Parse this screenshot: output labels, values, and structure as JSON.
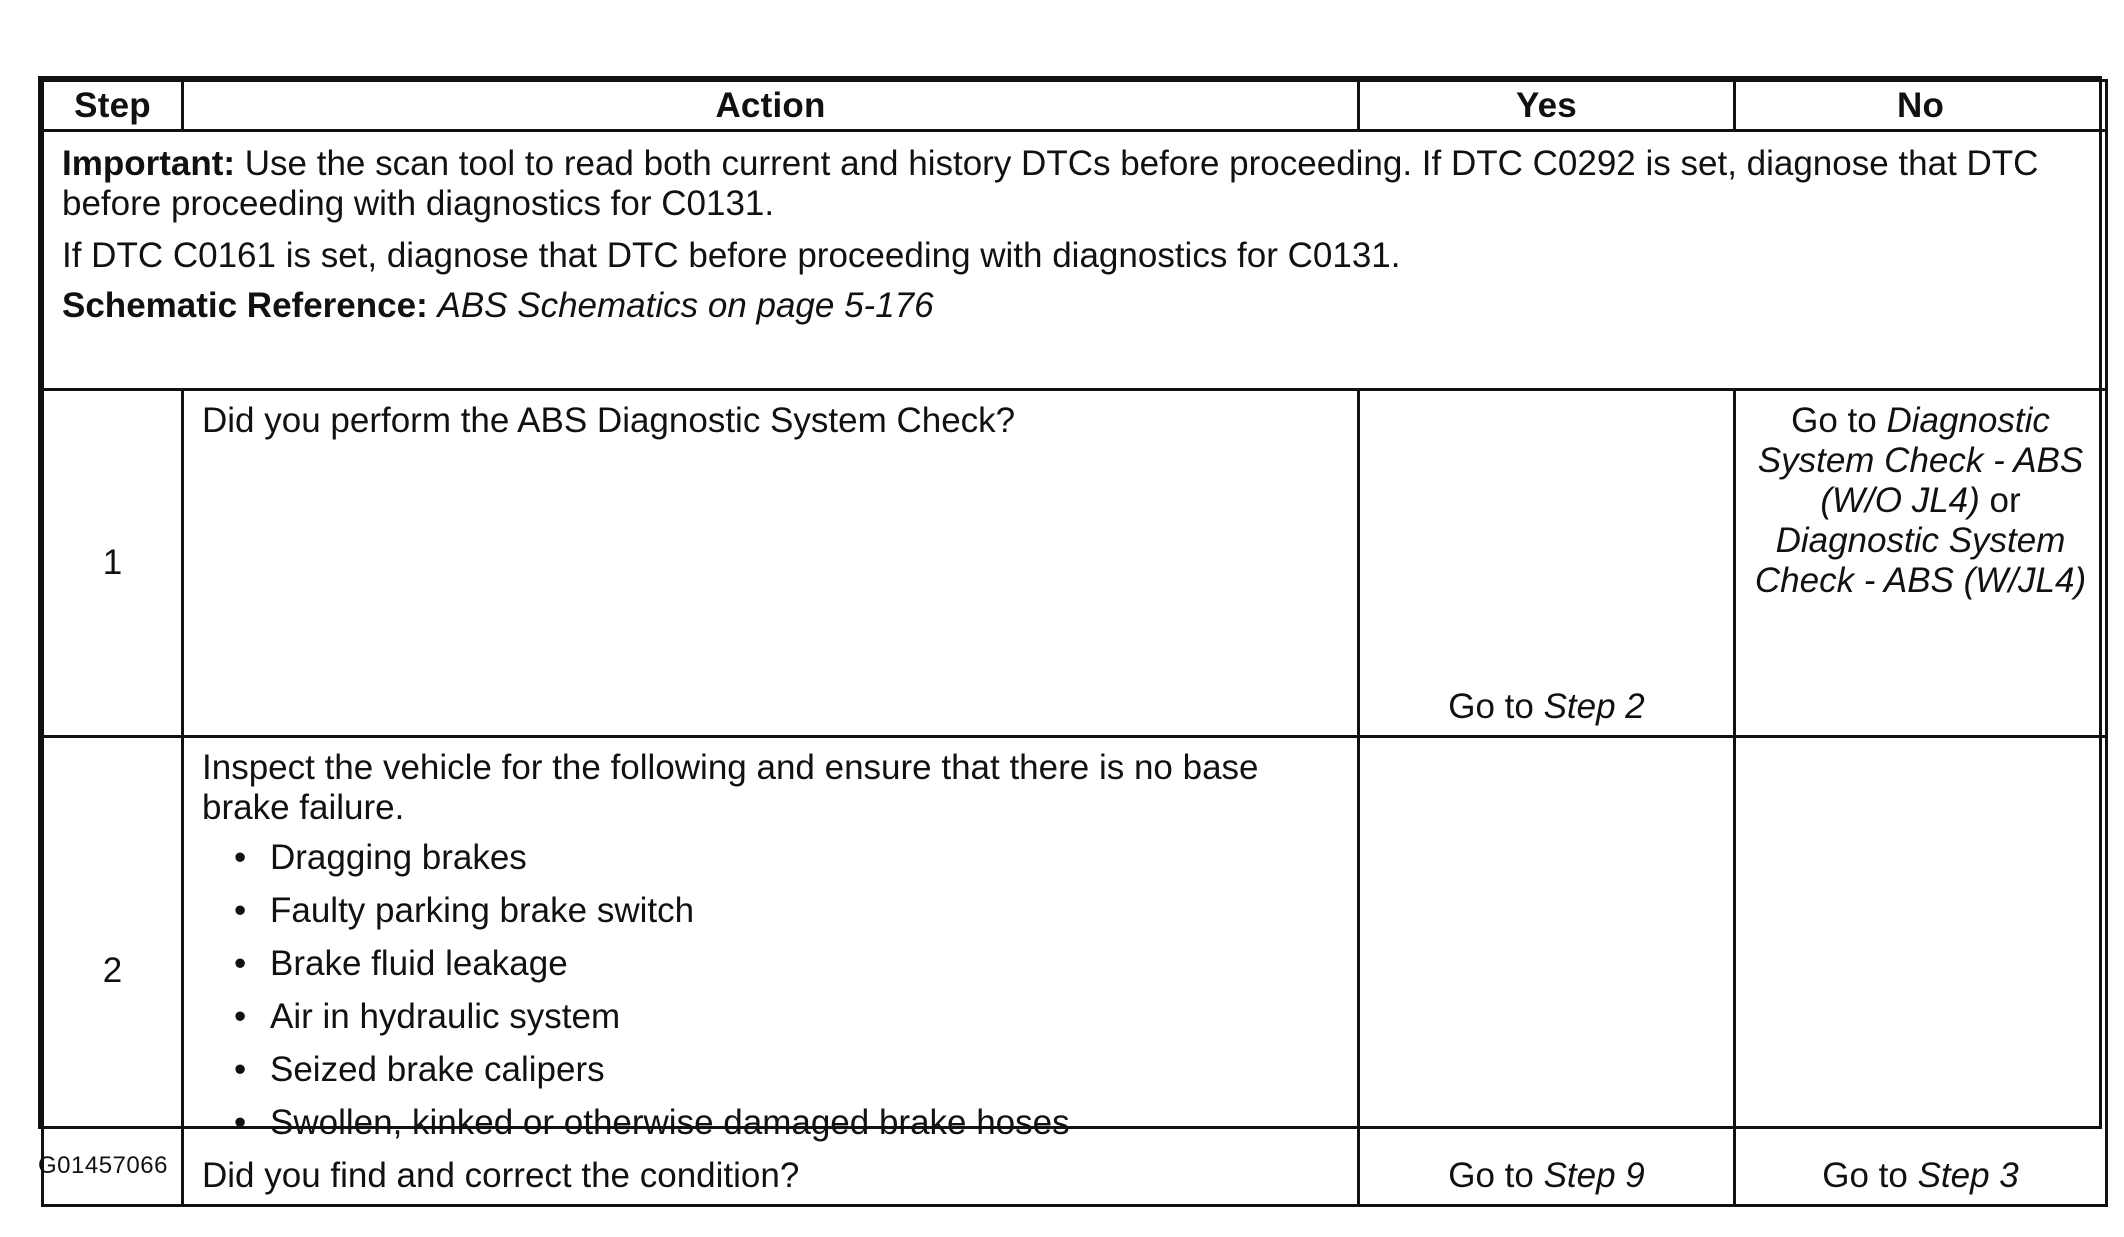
{
  "table": {
    "headers": {
      "step": "Step",
      "action": "Action",
      "yes": "Yes",
      "no": "No"
    },
    "note": {
      "important_label": "Important:",
      "important_text": "Use the scan tool to read both current and history DTCs before proceeding. If DTC C0292 is set, diagnose that DTC before proceeding with diagnostics for C0131.",
      "second_text": "If DTC C0161 is set, diagnose that DTC before proceeding with diagnostics for C0131.",
      "schematic_label": "Schematic Reference:",
      "schematic_text": "ABS Schematics on page 5-176"
    },
    "rows": [
      {
        "step": "1",
        "action": "Did you perform the ABS Diagnostic System Check?",
        "yes_prefix": "Go to ",
        "yes_ref": "Step 2",
        "no_prefix": "Go to ",
        "no_ref1": "Diagnostic System Check - ABS (W/O JL4)",
        "no_or": " or ",
        "no_ref2": "Diagnostic System Check - ABS (W/JL4)"
      },
      {
        "step": "2",
        "action_intro": "Inspect the vehicle for the following and ensure that there is no base brake failure.",
        "checks": [
          "Dragging brakes",
          "Faulty parking brake switch",
          "Brake fluid leakage",
          "Air in hydraulic system",
          "Seized brake calipers",
          "Swollen, kinked or otherwise damaged brake hoses"
        ],
        "question": "Did you find and correct the condition?",
        "yes_prefix": "Go to ",
        "yes_ref": "Step 9",
        "no_prefix": "Go to ",
        "no_ref": "Step 3"
      }
    ]
  },
  "figure_code": "G01457066"
}
